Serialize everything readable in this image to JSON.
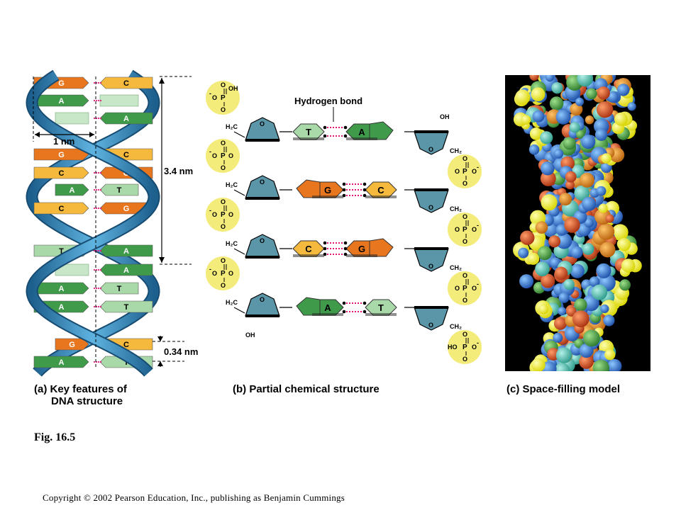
{
  "panel_a": {
    "caption_line1": "(a) Key features of",
    "caption_line2": "DNA structure",
    "width_label": "1 nm",
    "pitch_label": "3.4 nm",
    "rise_label": "0.34 nm",
    "base_pairs": [
      {
        "left": "G",
        "right": "C"
      },
      {
        "left": "A",
        "right": ""
      },
      {
        "left": "",
        "right": "A"
      },
      {
        "left": "G",
        "right": "C"
      },
      {
        "left": "C",
        "right": "G"
      },
      {
        "left": "A",
        "right": "T"
      },
      {
        "left": "C",
        "right": "G"
      },
      {
        "left": "T",
        "right": "A"
      },
      {
        "left": "",
        "right": "A"
      },
      {
        "left": "A",
        "right": "T"
      },
      {
        "left": "A",
        "right": "T"
      },
      {
        "left": "G",
        "right": "C"
      },
      {
        "left": "A",
        "right": "T"
      }
    ]
  },
  "panel_b": {
    "caption": "(b) Partial chemical structure",
    "hbond_label": "Hydrogen bond",
    "rows": [
      {
        "left": "T",
        "right": "A"
      },
      {
        "left": "G",
        "right": "C"
      },
      {
        "left": "C",
        "right": "G"
      },
      {
        "left": "A",
        "right": "T"
      }
    ],
    "phosphate": {
      "p": "P",
      "o": "O",
      "oh": "OH",
      "ho": "HO",
      "neg": "O",
      "minus": "-"
    },
    "h2c": "H₂C",
    "ch2": "CH₂",
    "oh_top": "OH",
    "oh_bottom": "OH"
  },
  "panel_c": {
    "caption": "(c) Space-filling model"
  },
  "figure_label": "Fig. 16.5",
  "copyright": "Copyright © 2002 Pearson Education, Inc., publishing as Benjamin Cummings",
  "colors": {
    "G": "#e8761e",
    "C": "#f5b93e",
    "A": "#3f9b4a",
    "T": "#a9d8a9",
    "backbone": "#2f86b9",
    "sugar": "#5b95a8",
    "phosphate_bg": "#f4ec7a",
    "hbond": "#e0197a"
  }
}
